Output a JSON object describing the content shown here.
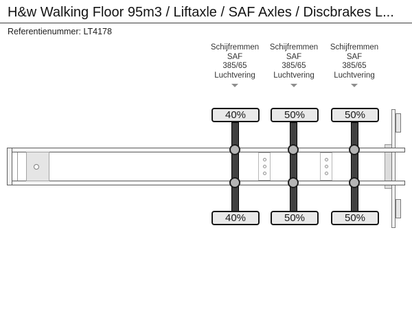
{
  "header": {
    "title": "H&w Walking Floor 95m3 / Liftaxle / SAF Axles / Discbrakes L...",
    "reference_label": "Referentienummer:",
    "reference_number": "LT4178"
  },
  "axle_columns": [
    {
      "spec_lines": [
        "Schijfremmen",
        "SAF",
        "385/65",
        "Luchtvering"
      ],
      "load_top": "40%",
      "load_bottom": "40%"
    },
    {
      "spec_lines": [
        "Schijfremmen",
        "SAF",
        "385/65",
        "Luchtvering"
      ],
      "load_top": "50%",
      "load_bottom": "50%"
    },
    {
      "spec_lines": [
        "Schijfremmen",
        "SAF",
        "385/65",
        "Luchtvering"
      ],
      "load_top": "50%",
      "load_bottom": "50%"
    }
  ],
  "colors": {
    "badge_fill": "#e9e9e9",
    "badge_border": "#161616",
    "axle_bar": "#414141",
    "hub_fill": "#b5b5b5",
    "chassis_fill": "#f4f4f4",
    "chassis_outline": "#5d5d5d"
  }
}
